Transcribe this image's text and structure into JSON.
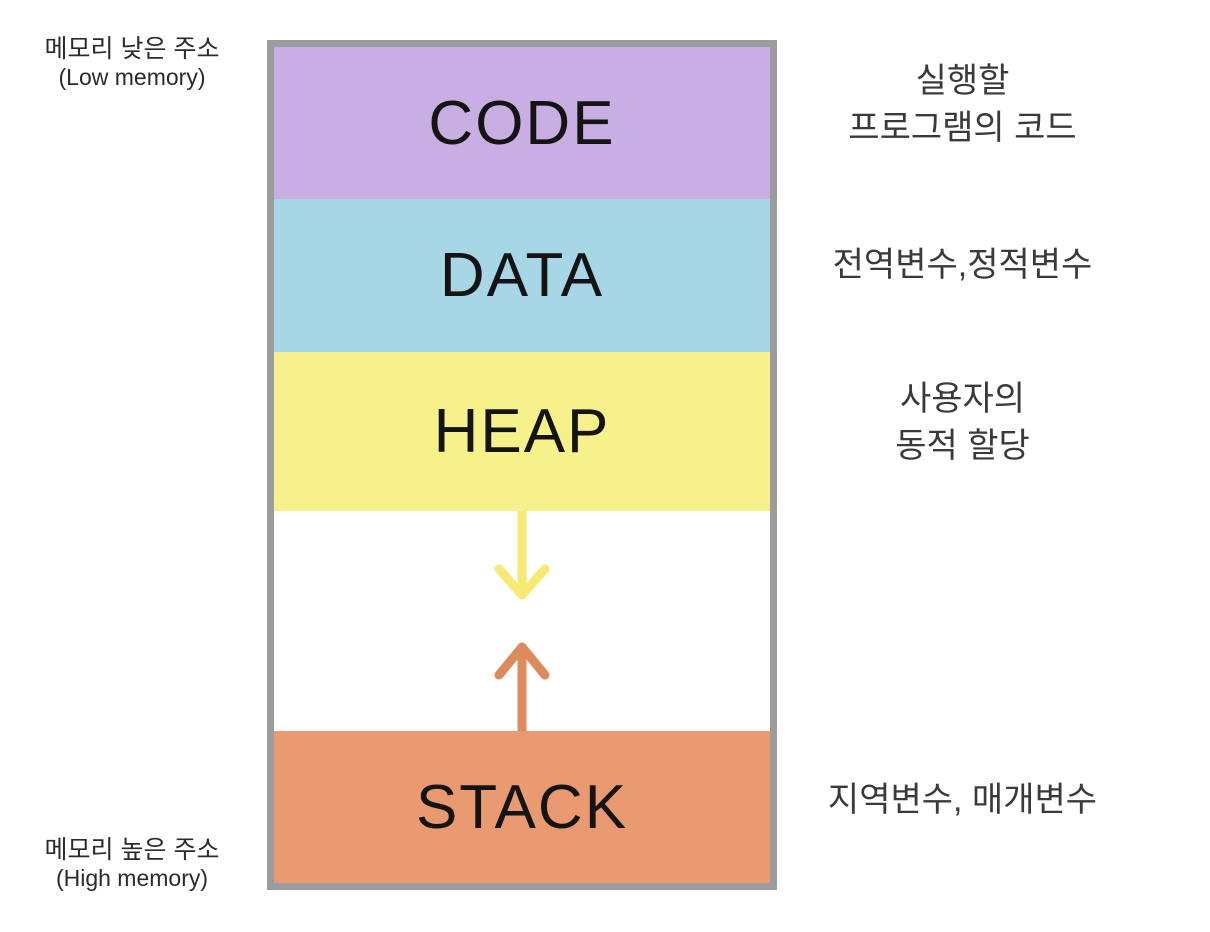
{
  "title": "memory layout diagram",
  "colors": {
    "border": "#9a9c9e",
    "code_block": "#c9aee4",
    "data_block": "#a7d6e7",
    "heap_block": "#f7f18b",
    "stack_block": "#e99a70",
    "heap_arrow": "#f6ea72",
    "stack_arrow": "#dd8a5c",
    "label_text": "#2b2b2b",
    "segment_text": "#141414"
  },
  "side_labels": {
    "low": {
      "korean": "메모리 낮은 주소",
      "english": "(Low memory)"
    },
    "high": {
      "korean": "메모리 높은 주소",
      "english": "(High memory)"
    }
  },
  "segments": [
    {
      "label": "CODE",
      "description": [
        "실행할",
        "프로그램의 코드"
      ]
    },
    {
      "label": "DATA",
      "description": [
        "전역변수,정적변수"
      ]
    },
    {
      "label": "HEAP",
      "description": [
        "사용자의",
        "동적 할당"
      ]
    },
    {
      "label": "STACK",
      "description": [
        "지역변수, 매개변수"
      ]
    }
  ],
  "arrows": [
    {
      "name": "heap-growth",
      "direction": "down"
    },
    {
      "name": "stack-growth",
      "direction": "up"
    }
  ]
}
